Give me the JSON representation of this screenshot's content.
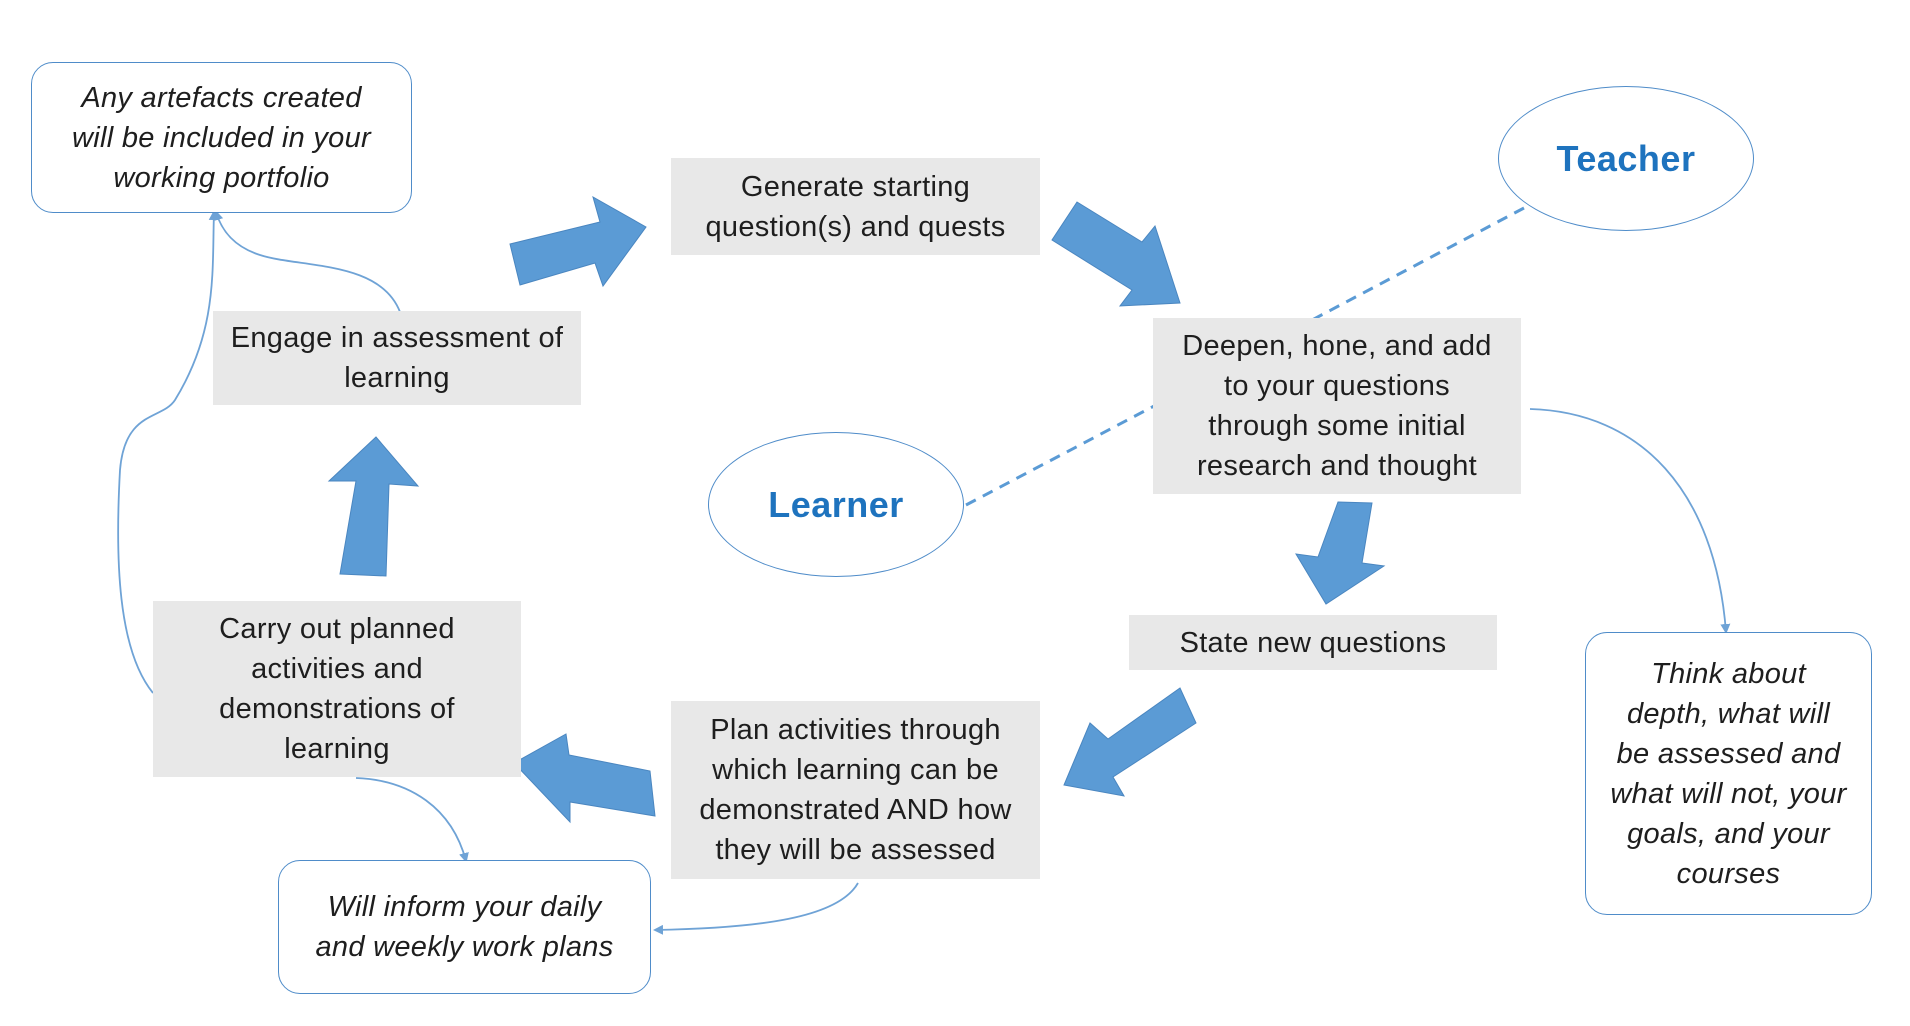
{
  "steps": {
    "generate": "Generate starting\nquestion(s) and quests",
    "deepen": "Deepen, hone, and add\nto your questions\nthrough some initial\nresearch and thought",
    "state": "State new questions",
    "plan": "Plan activities through\nwhich learning can be\ndemonstrated AND how\nthey will be assessed",
    "carry": "Carry out planned\nactivities and\ndemonstrations of\nlearning",
    "engage": "Engage in assessment of\nlearning"
  },
  "notes": {
    "artefacts": "Any artefacts created\nwill be included in your\nworking portfolio",
    "depth": "Think about\ndepth, what will\nbe assessed and\nwhat will not, your\ngoals, and your\ncourses",
    "plans": "Will inform your daily\nand weekly work plans"
  },
  "roles": {
    "teacher": "Teacher",
    "learner": "Learner"
  },
  "colors": {
    "arrow_fill": "#5b9bd5",
    "arrow_stroke": "#4a86c0",
    "connector": "#6fa3d6",
    "role_text": "#1e73be",
    "step_fill": "#e8e8e8"
  }
}
